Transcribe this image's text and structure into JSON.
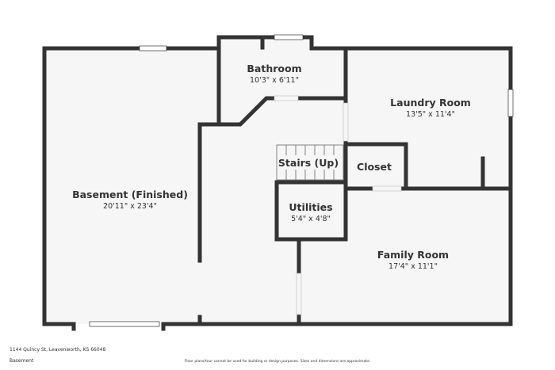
{
  "colors": {
    "wall": "#333333",
    "floor": "#f6f6f6",
    "window": "#ffffff"
  },
  "rooms": {
    "basement": {
      "name": "Basement (Finished)",
      "dim": "20'11\" x 23'4\""
    },
    "bathroom": {
      "name": "Bathroom",
      "dim": "10'3\" x 6'11\""
    },
    "laundry": {
      "name": "Laundry Room",
      "dim": "13'5\" x 11'4\""
    },
    "stairs": {
      "name": "Stairs (Up)"
    },
    "closet": {
      "name": "Closet"
    },
    "utilities": {
      "name": "Utilities",
      "dim": "5'4\" x 4'8\""
    },
    "family": {
      "name": "Family Room",
      "dim": "17'4\" x 11'1\""
    }
  },
  "footer": {
    "address": "1144 Quincy St, Leavenworth, KS 66048",
    "level": "Basement",
    "disclaimer": "Floor plans/tour cannot be used for building or design purposes. Sizes and dimensions are approximate."
  }
}
